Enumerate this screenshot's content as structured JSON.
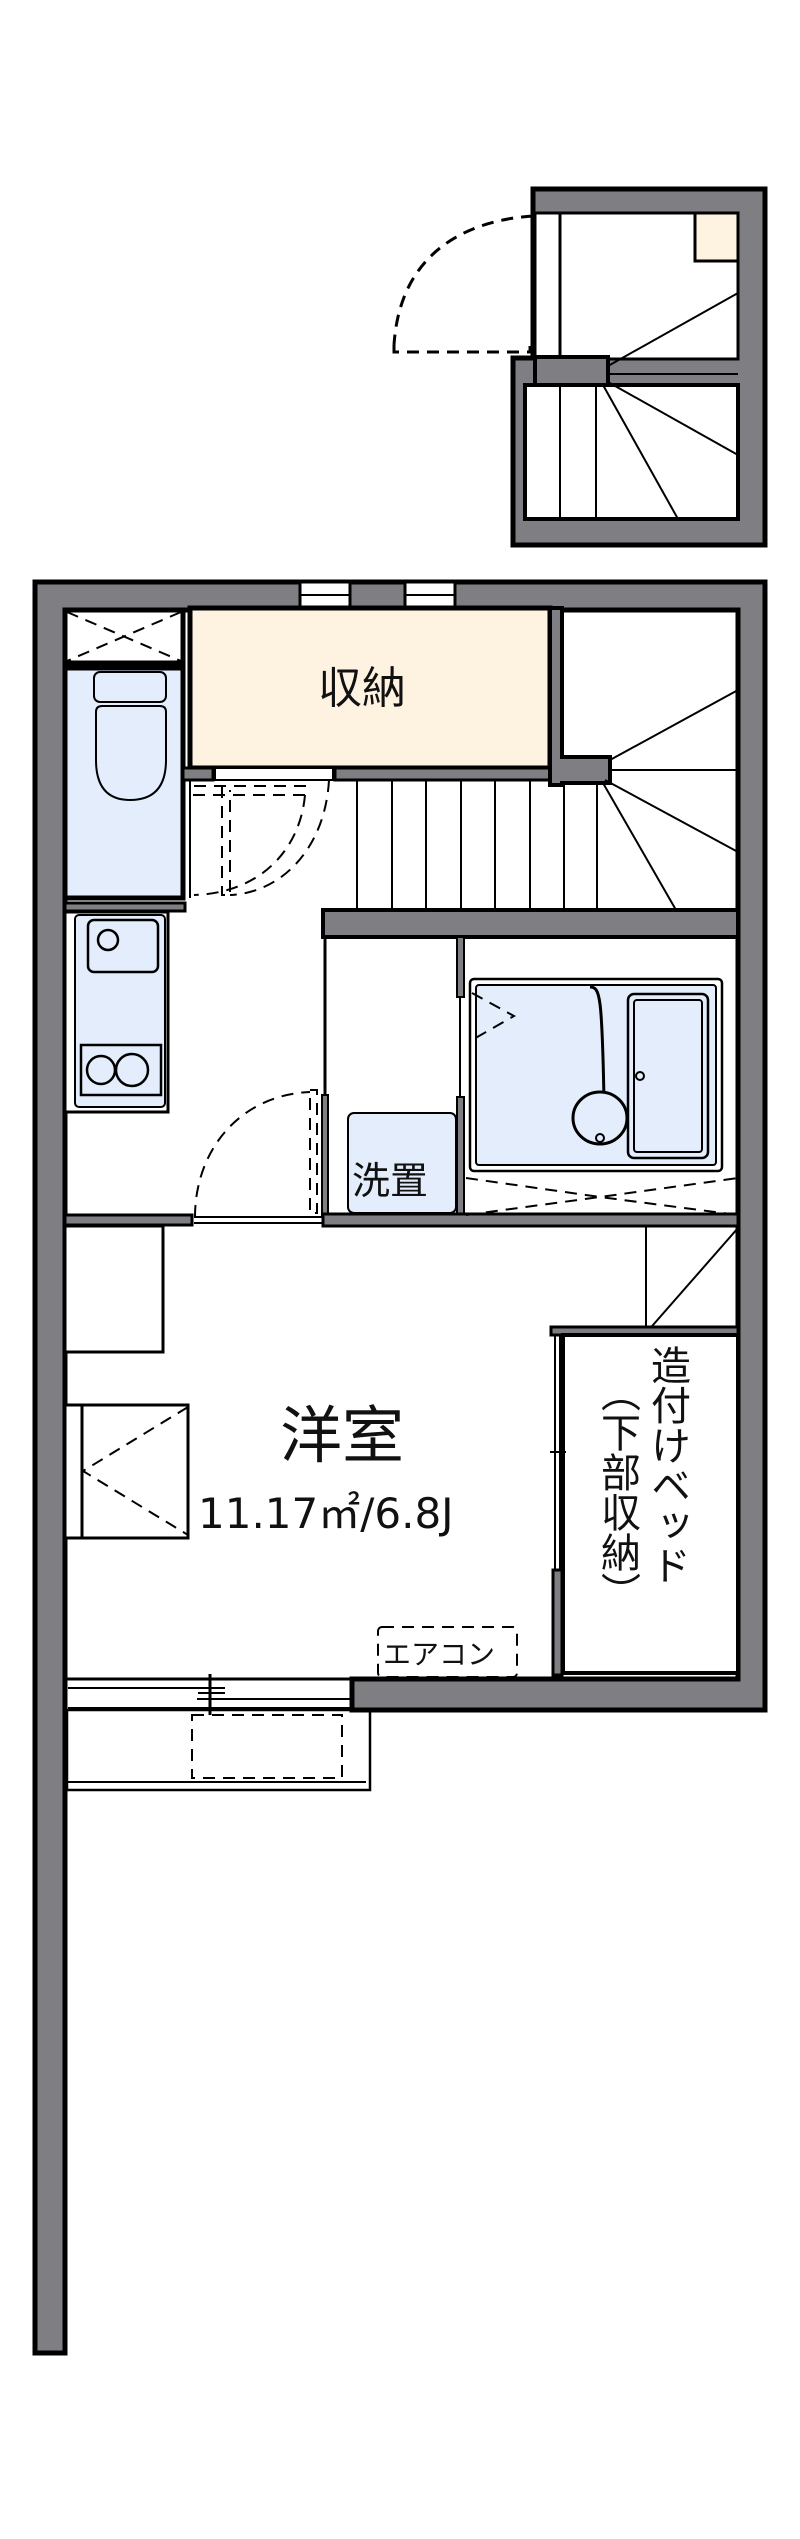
{
  "floorplan": {
    "rooms": {
      "storage": {
        "label": "収納"
      },
      "washer": {
        "label": "洗置"
      },
      "western_room": {
        "label": "洋室",
        "area": "11.17㎡/6.8J"
      },
      "built_in_bed": {
        "label_col1": "造付けベッド",
        "label_col2": "（下部収納）"
      },
      "aircon": {
        "label": "エアコン"
      }
    },
    "colors": {
      "wall": "#7f7e83",
      "storage_fill": "#fef3e0",
      "fixture_fill": "#e3edfc",
      "outline": "#000000"
    }
  }
}
